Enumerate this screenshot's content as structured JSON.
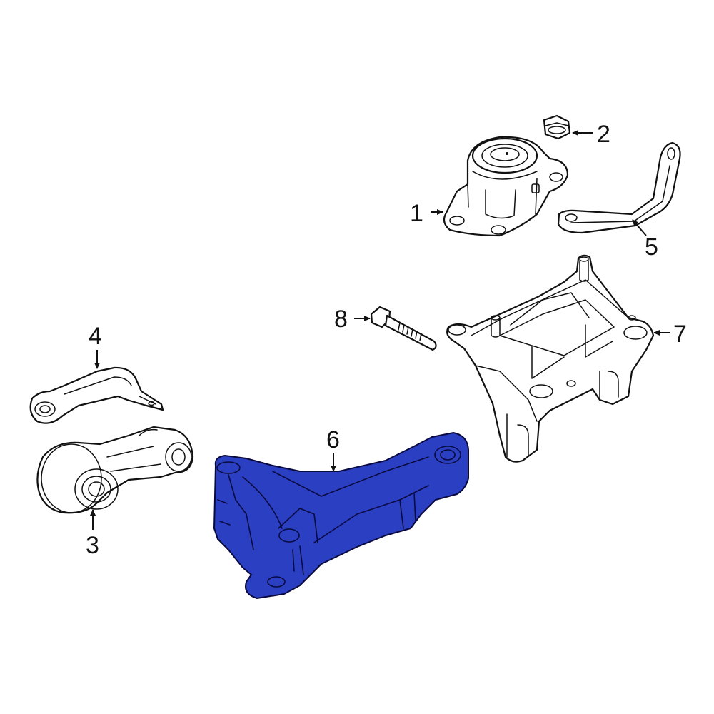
{
  "highlight_color": "#2a3fc1",
  "outline_color": "#111111",
  "background_color": "#ffffff",
  "callouts": [
    {
      "id": "callout-1",
      "label": "1"
    },
    {
      "id": "callout-2",
      "label": "2"
    },
    {
      "id": "callout-3",
      "label": "3"
    },
    {
      "id": "callout-4",
      "label": "4"
    },
    {
      "id": "callout-5",
      "label": "5"
    },
    {
      "id": "callout-6",
      "label": "6"
    },
    {
      "id": "callout-7",
      "label": "7"
    },
    {
      "id": "callout-8",
      "label": "8"
    }
  ],
  "highlighted_part": "6"
}
